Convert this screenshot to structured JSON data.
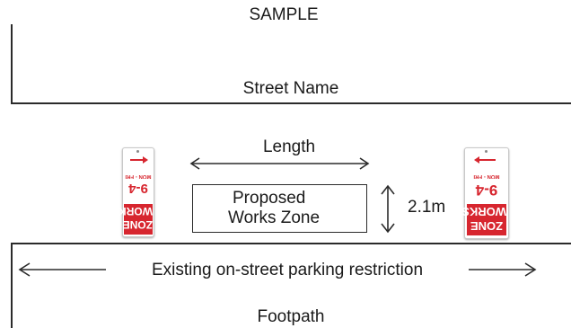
{
  "header": {
    "title": "SAMPLE"
  },
  "road": {
    "street_label": "Street Name",
    "length_label": "Length",
    "zone_label_line1": "Proposed",
    "zone_label_line2": "Works Zone",
    "height_label": "2.1m"
  },
  "kerb": {
    "parking_label": "Existing on-street parking restriction",
    "footpath_label": "Footpath"
  },
  "signs": {
    "left": {
      "arrow": "right-arrow",
      "time_text": "9-4",
      "days_text": "MON - FRI",
      "zone_text": "ZONE",
      "works_text": "WORKS"
    },
    "right": {
      "arrow": "left-arrow",
      "time_text": "9-4",
      "days_text": "MON - FRI",
      "zone_text": "ZONE",
      "works_text": "WORKS"
    }
  },
  "colors": {
    "sign_red": "#d7262f",
    "line": "#2b2b2b"
  }
}
